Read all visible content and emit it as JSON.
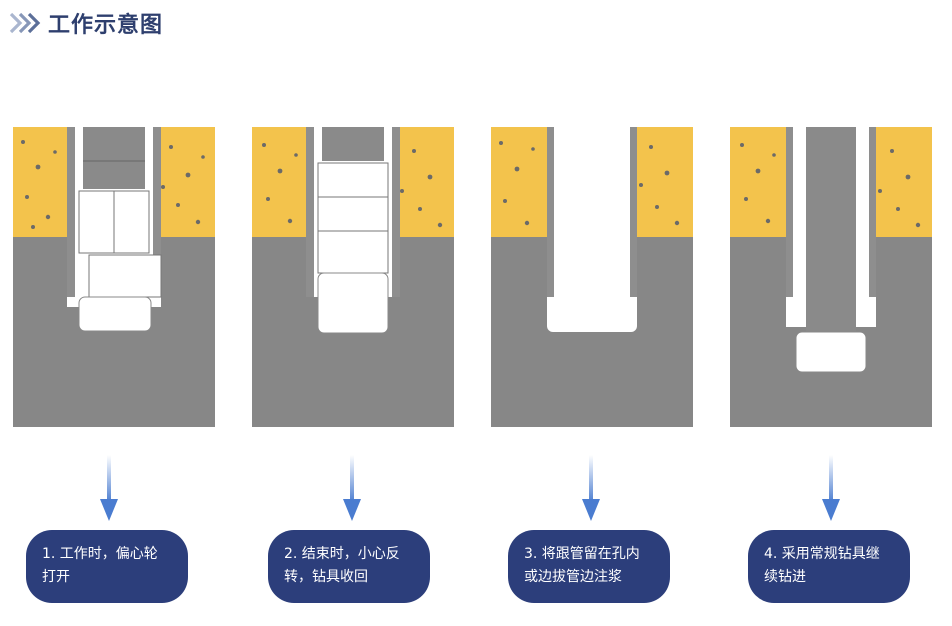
{
  "header": {
    "title": "工作示意图",
    "icon": "double-chevron-right-icon"
  },
  "colors": {
    "accent": "#2e3f6e",
    "soil": "#f3c34c",
    "soil_speck": "#6b6a68",
    "bedrock": "#878787",
    "casing": "#8e8e8e",
    "box": "#2c3e7b",
    "arrow": "#4a7cd0"
  },
  "steps": [
    {
      "number": "1",
      "text_line1": "1. 工作时，偏心轮",
      "text_line2": "打开"
    },
    {
      "number": "2",
      "text_line1": "2. 结束时，小心反",
      "text_line2": "转，钻具收回"
    },
    {
      "number": "3",
      "text_line1": "3. 将跟管留在孔内",
      "text_line2": "或边拔管边注浆"
    },
    {
      "number": "4",
      "text_line1": "4. 采用常规钻具继",
      "text_line2": "续钻进"
    }
  ]
}
